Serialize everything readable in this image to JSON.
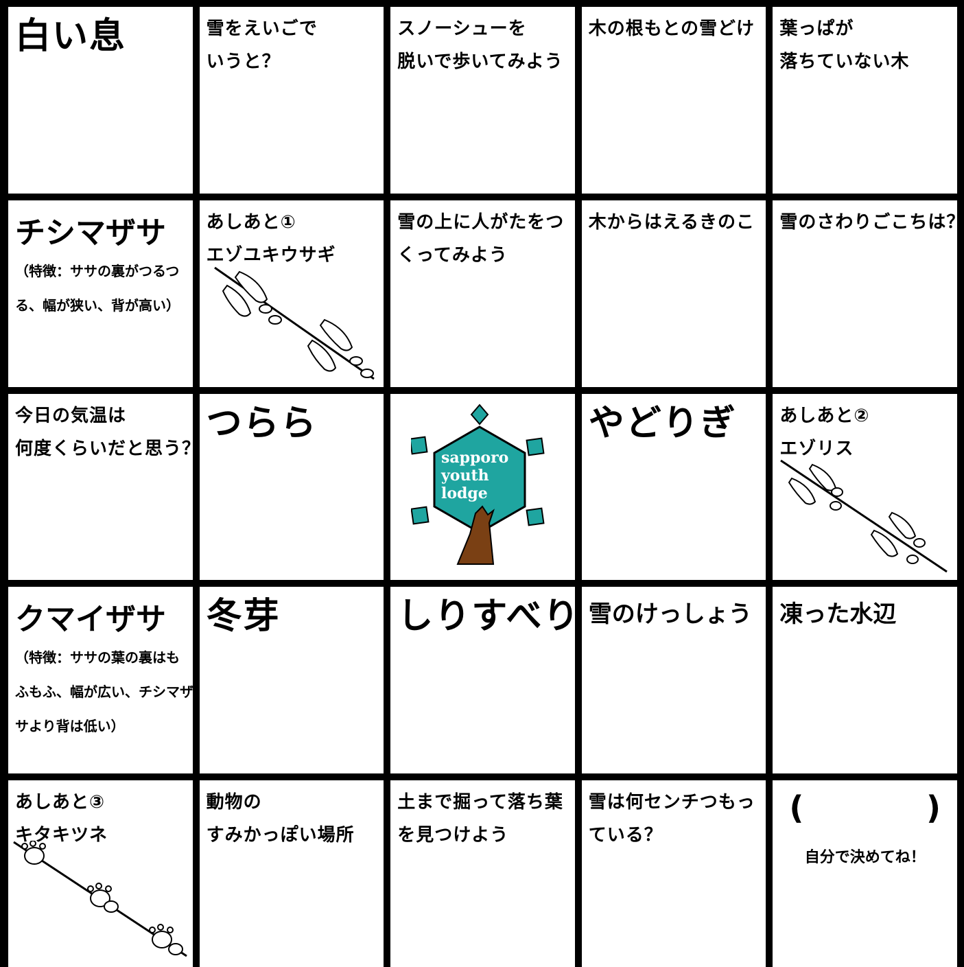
{
  "cells": [
    {
      "lines": [
        "白い息"
      ]
    },
    {
      "lines": [
        "雪をえいごで",
        "いうと？"
      ]
    },
    {
      "lines": [
        "スノーシューを",
        "脱いで歩いてみよう"
      ]
    },
    {
      "lines": [
        "木の根もとの雪どけ"
      ]
    },
    {
      "lines": [
        "葉っぱが",
        "落ちていない木"
      ]
    },
    {
      "lines": [
        "チシマザサ"
      ],
      "note": [
        "（特徴：ササの裏がつるつ",
        "る、幅が狭い、背が高い）"
      ]
    },
    {
      "lines": [
        "あしあと①",
        "エゾユキウサギ"
      ]
    },
    {
      "lines": [
        "雪の上に人がたをつ",
        "くってみよう"
      ]
    },
    {
      "lines": [
        "木からはえるきのこ"
      ]
    },
    {
      "lines": [
        "雪のさわりごこちは？"
      ]
    },
    {
      "lines": [
        "今日の気温は",
        "何度くらいだと思う？"
      ]
    },
    {
      "lines": [
        "つらら"
      ]
    },
    {
      "logo": [
        "sapporo",
        "youth",
        "lodge"
      ]
    },
    {
      "lines": [
        "やどりぎ"
      ]
    },
    {
      "lines": [
        "あしあと②",
        "エゾリス"
      ]
    },
    {
      "lines": [
        "クマイザサ"
      ],
      "note": [
        "（特徴：ササの葉の裏はも",
        "ふもふ、幅が広い、チシマザ",
        "サより背は低い）"
      ]
    },
    {
      "lines": [
        "冬芽"
      ]
    },
    {
      "lines": [
        "しりすべり"
      ]
    },
    {
      "lines": [
        "雪のけっしょう"
      ]
    },
    {
      "lines": [
        "凍った水辺"
      ]
    },
    {
      "lines": [
        "あしあと③",
        "キタキツネ"
      ]
    },
    {
      "lines": [
        "動物の",
        "すみかっぽい場所"
      ]
    },
    {
      "lines": [
        "土まで掘って落ち葉",
        "を見つけよう"
      ]
    },
    {
      "lines": [
        "雪は何センチつもっ",
        "ている？"
      ]
    },
    {
      "paren_left": "(",
      "paren_right": ")",
      "note": [
        "自分で決めてね！"
      ]
    }
  ],
  "colors": {
    "logo_teal": "#1fa5a0",
    "trunk": "#7a4014",
    "grid": "#000000"
  }
}
